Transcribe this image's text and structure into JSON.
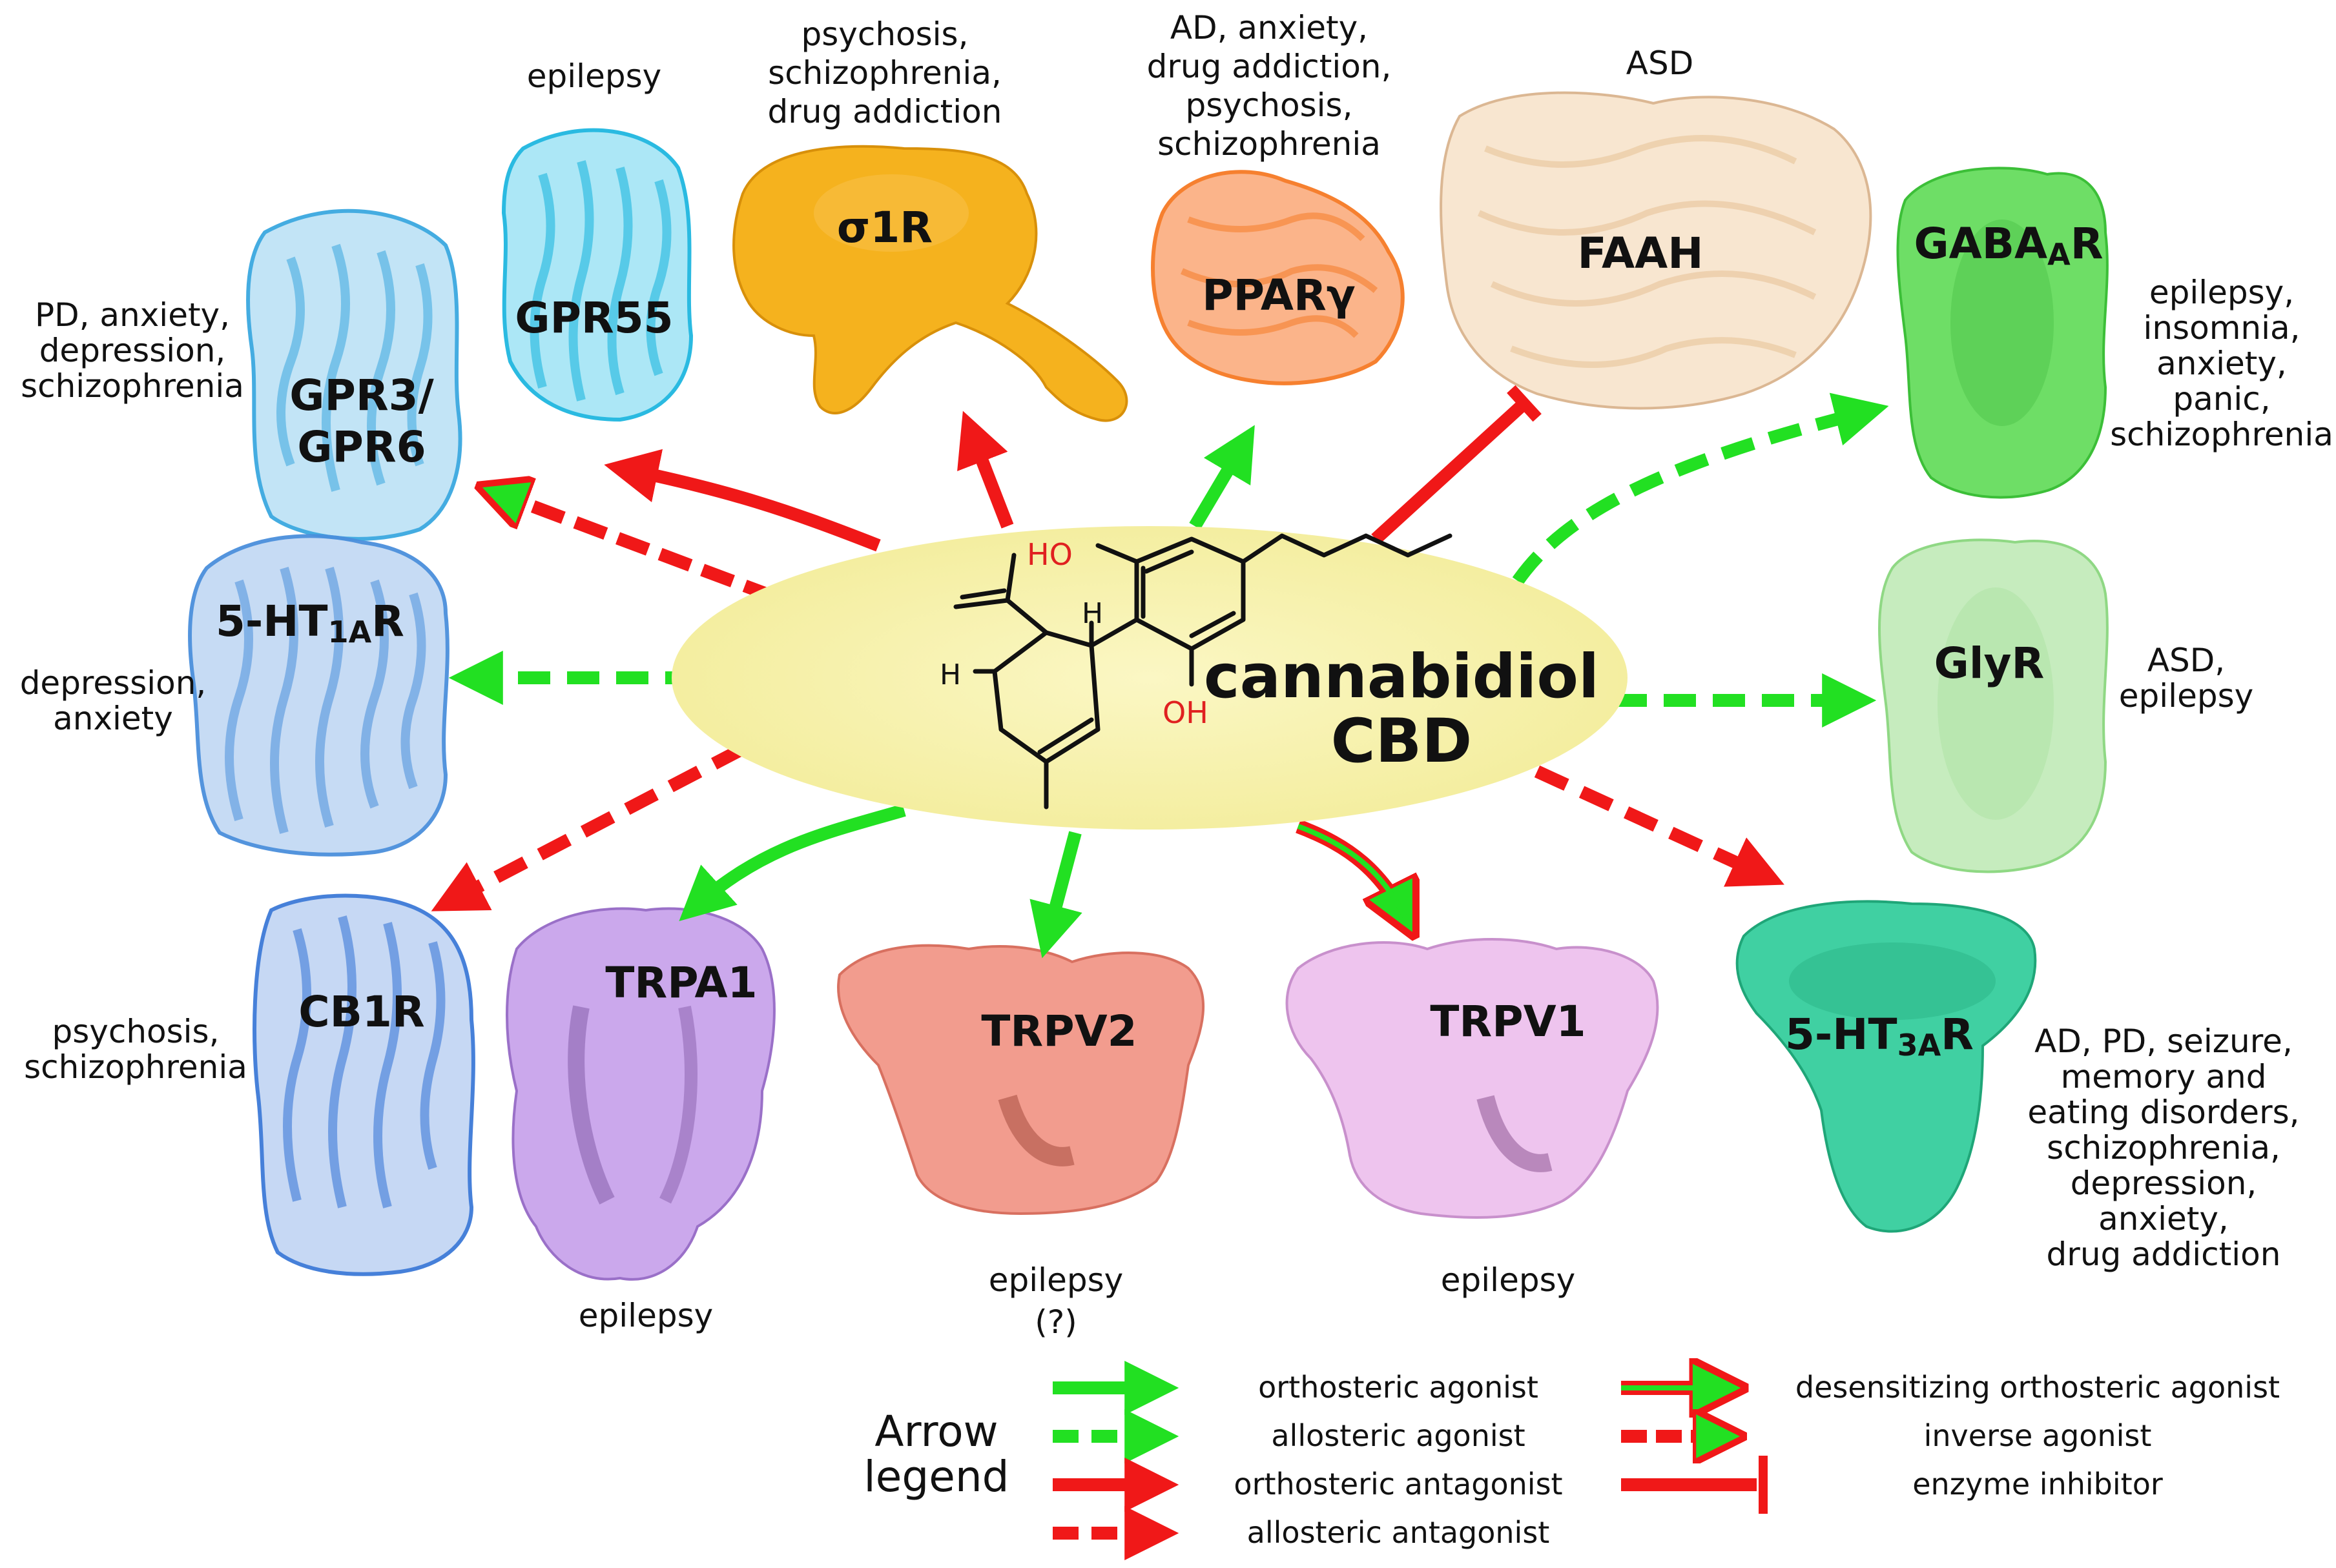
{
  "center": {
    "name_line1": "cannabidiol",
    "name_line2": "CBD",
    "oh_top": "HO",
    "oh_bottom": "OH",
    "h_left": "H",
    "h_right": "H"
  },
  "proteins": {
    "gpr3": {
      "label_line1": "GPR3/",
      "label_line2": "GPR6",
      "color": "#3aa8e0"
    },
    "gpr55": {
      "label": "GPR55",
      "color": "#1fb7e0"
    },
    "s1r": {
      "label": "σ1R",
      "color": "#f2a81c"
    },
    "ppar": {
      "label": "PPARγ",
      "color": "#f6802f"
    },
    "faah": {
      "label": "FAAH",
      "color": "#e8c49a"
    },
    "gabaa": {
      "label_main": "GABA",
      "label_sub": "A",
      "label_end": "R",
      "color": "#5ed65a"
    },
    "ht1a": {
      "label_main": "5-HT",
      "label_sub": "1A",
      "label_end": "R",
      "color": "#4a8fdc"
    },
    "glyr": {
      "label": "GlyR",
      "color": "#9ee294"
    },
    "cb1r": {
      "label": "CB1R",
      "color": "#3d7ad8"
    },
    "trpa1": {
      "label": "TRPA1",
      "color": "#c39be6"
    },
    "trpv2": {
      "label": "TRPV2",
      "color": "#ee8e80"
    },
    "trpv1": {
      "label": "TRPV1",
      "color": "#e4b6e8"
    },
    "ht3a": {
      "label_main": "5-HT",
      "label_sub": "3A",
      "label_end": "R",
      "color": "#2fc79a"
    }
  },
  "diseases": {
    "gpr55": [
      "epilepsy"
    ],
    "s1r": [
      "psychosis,",
      "schizophrenia,",
      "drug addiction"
    ],
    "ppar": [
      "AD, anxiety,",
      "drug addiction,",
      "psychosis,",
      "schizophrenia"
    ],
    "faah": [
      "ASD"
    ],
    "gpr3": [
      "PD, anxiety,",
      "depression,",
      "schizophrenia"
    ],
    "gabaa": [
      "epilepsy,",
      "insomnia,",
      "anxiety,",
      "panic,",
      "schizophrenia"
    ],
    "ht1a": [
      "depression,",
      "anxiety"
    ],
    "glyr": [
      "ASD,",
      "epilepsy"
    ],
    "cb1r": [
      "psychosis,",
      "schizophrenia"
    ],
    "trpa1": [
      "epilepsy"
    ],
    "trpv2": [
      "epilepsy",
      "(?)"
    ],
    "trpv1": [
      "epilepsy"
    ],
    "ht3a": [
      "AD, PD, seizure,",
      "memory and",
      "eating disorders,",
      "schizophrenia,",
      "depression,",
      "anxiety,",
      "drug addiction"
    ]
  },
  "legend": {
    "title_line1": "Arrow",
    "title_line2": "legend",
    "items": {
      "orthosteric_agonist": "orthosteric agonist",
      "allosteric_agonist": "allosteric agonist",
      "orthosteric_antagonist": "orthosteric antagonist",
      "allosteric_antagonist": "allosteric antagonist",
      "desensitizing_orthosteric_agonist": "desensitizing orthosteric agonist",
      "inverse_agonist": "inverse agonist",
      "enzyme_inhibitor": "enzyme inhibitor"
    }
  },
  "colors": {
    "agonist_green": "#22e022",
    "antagonist_red": "#f01818",
    "ellipse_fill": "#f8f4b4",
    "oh_red": "#e02020"
  }
}
